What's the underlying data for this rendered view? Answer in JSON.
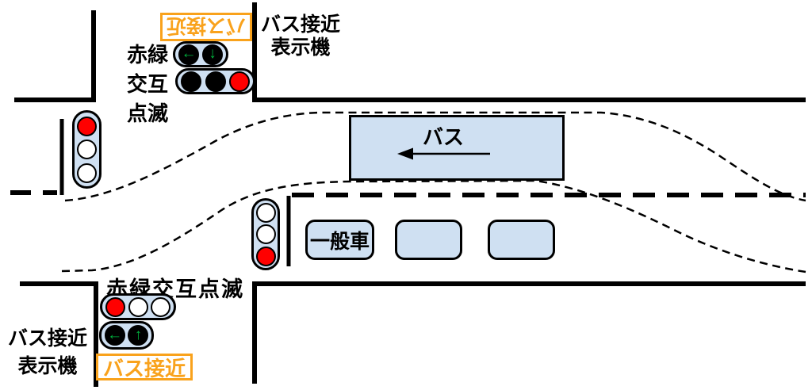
{
  "colors": {
    "fill_light_blue": "#CFE0F2",
    "signal_red": "#FF0000",
    "arrow_green": "#00B43E",
    "highlight_orange": "#F9A21C",
    "line_black": "#000000"
  },
  "north_side": {
    "approach_box_label": "バス接近",
    "display_label": {
      "line1": "バス接近",
      "line2": "表示機"
    },
    "signal_caption": {
      "line1": "赤緑",
      "line2": "交互",
      "line3": "点滅"
    },
    "arrow_signal": {
      "glyphs": [
        "←",
        "↓"
      ]
    },
    "flash_signal": {
      "states": [
        "off-black",
        "off-black",
        "red"
      ]
    }
  },
  "west_signal": {
    "states": [
      "red",
      "off-white",
      "off-white"
    ]
  },
  "median_signal": {
    "states": [
      "off-white",
      "off-white",
      "red"
    ]
  },
  "south_side": {
    "signal_caption": "赤緑交互点滅",
    "flash_signal": {
      "states": [
        "red",
        "off-white",
        "off-white"
      ]
    },
    "arrow_signal": {
      "glyphs": [
        "←",
        "↑"
      ]
    },
    "approach_box_label": "バス接近",
    "display_label": {
      "line1": "バス接近",
      "line2": "表示機"
    }
  },
  "vehicles": {
    "bus_label": "バス",
    "car_label": "一般車"
  }
}
